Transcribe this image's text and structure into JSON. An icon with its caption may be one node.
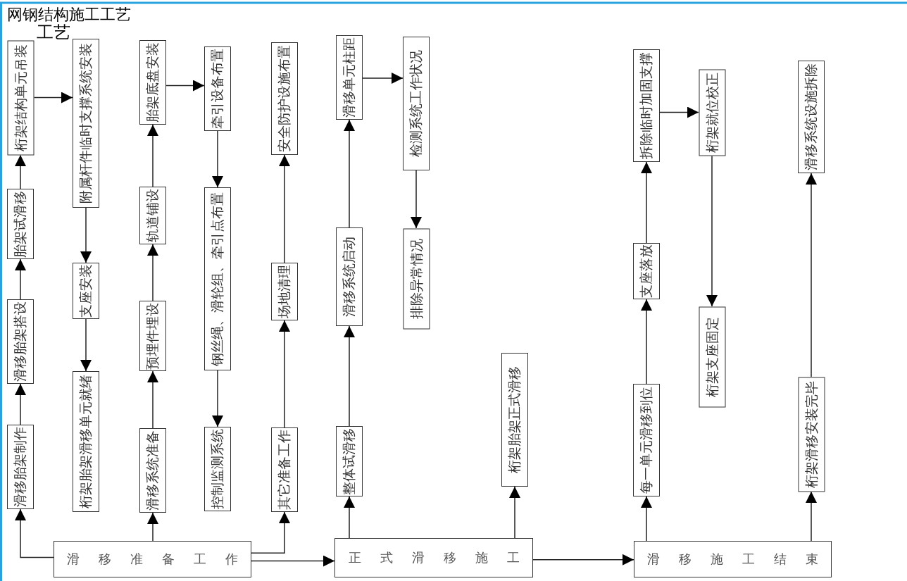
{
  "diagram": {
    "nodes": [
      {
        "text": [
          "滑移准备工作"
        ]
      },
      {
        "text": [
          "滑移胎架制作"
        ]
      },
      {
        "text": [
          "滑移胎架搭设"
        ]
      },
      {
        "text": [
          "胎架试滑移"
        ]
      },
      {
        "text": [
          "桁架结构单元吊装"
        ]
      },
      {
        "text": [
          "附属杆件临时支撑系统安装"
        ]
      },
      {
        "text": [
          "支座安装"
        ]
      },
      {
        "text": [
          "桁架胎架滑移单元就绪"
        ]
      },
      {
        "text": [
          "滑移系统准备"
        ]
      },
      {
        "text": [
          "预埋件埋设"
        ]
      },
      {
        "text": [
          "轨道铺设"
        ]
      },
      {
        "text": [
          "胎架底盘安装"
        ]
      },
      {
        "text": [
          "牵引设备布置"
        ]
      },
      {
        "text": [
          "钢丝绳、滑轮组、牵引点布置"
        ]
      },
      {
        "text": [
          "控制监测系统"
        ]
      },
      {
        "text": [
          "其它准备工作"
        ]
      },
      {
        "text": [
          "场地清理"
        ]
      },
      {
        "text": [
          "安全防护设施布置"
        ]
      },
      {
        "text": [
          "正式滑移施工"
        ]
      },
      {
        "text": [
          "整体试滑移"
        ]
      },
      {
        "text": [
          "滑移系统启动"
        ]
      },
      {
        "text": [
          "滑移单元柱距"
        ]
      },
      {
        "text": [
          "检测系统工作状况"
        ]
      },
      {
        "text": [
          "排除异常情况"
        ]
      },
      {
        "text": [
          "桁架胎架正式滑移"
        ]
      },
      {
        "text": [
          "滑移施工结束"
        ]
      },
      {
        "text": [
          "每一单元滑移到位"
        ]
      },
      {
        "text": [
          "支座落放"
        ]
      },
      {
        "text": [
          "拆除临时加固支撑"
        ]
      },
      {
        "text": [
          "桁架就位校正"
        ]
      },
      {
        "text": [
          "桁架支座固定"
        ]
      },
      {
        "text": [
          "桁架滑移安装完毕"
        ]
      },
      {
        "text": [
          "滑移系统设施拆除"
        ]
      }
    ],
    "edges": [
      {
        "from": 0,
        "to": 1,
        "arrow": "to"
      },
      {
        "from": 1,
        "to": 2,
        "arrow": "to"
      },
      {
        "from": 2,
        "to": 3,
        "arrow": "to"
      },
      {
        "from": 3,
        "to": 4,
        "arrow": "to"
      },
      {
        "from": 4,
        "to": 5,
        "arrow": "to"
      },
      {
        "from": 5,
        "to": 6,
        "arrow": "to"
      },
      {
        "from": 6,
        "to": 7,
        "arrow": "to"
      },
      {
        "from": 0,
        "to": 8,
        "arrow": "to"
      },
      {
        "from": 8,
        "to": 9,
        "arrow": "to"
      },
      {
        "from": 9,
        "to": 10,
        "arrow": "to"
      },
      {
        "from": 10,
        "to": 11,
        "arrow": "to"
      },
      {
        "from": 11,
        "to": 12,
        "arrow": "to"
      },
      {
        "from": 12,
        "to": 13,
        "arrow": "to"
      },
      {
        "from": 13,
        "to": 14,
        "arrow": "to"
      },
      {
        "from": 0,
        "to": 15,
        "arrow": "to"
      },
      {
        "from": 15,
        "to": 16,
        "arrow": "to"
      },
      {
        "from": 16,
        "to": 17,
        "arrow": "to"
      },
      {
        "from": 0,
        "to": 18,
        "arrow": "to"
      },
      {
        "from": 18,
        "to": 19,
        "arrow": "to"
      },
      {
        "from": 19,
        "to": 20,
        "arrow": "to"
      },
      {
        "from": 20,
        "to": 21,
        "arrow": "to"
      },
      {
        "from": 21,
        "to": 22,
        "arrow": "to"
      },
      {
        "from": 22,
        "to": 23,
        "arrow": "to"
      },
      {
        "from": 18,
        "to": 24,
        "arrow": "to"
      },
      {
        "from": 18,
        "to": 25,
        "arrow": "to"
      },
      {
        "from": 25,
        "to": 26,
        "arrow": "to"
      },
      {
        "from": 26,
        "to": 27,
        "arrow": "to"
      },
      {
        "from": 27,
        "to": 28,
        "arrow": "to"
      },
      {
        "from": 28,
        "to": 29,
        "arrow": "to"
      },
      {
        "from": 29,
        "to": 30,
        "arrow": "to"
      },
      {
        "from": 25,
        "to": 31,
        "arrow": "to"
      },
      {
        "from": 31,
        "to": 32,
        "arrow": "to"
      }
    ],
    "labels": [
      "网钢结构施工工艺",
      "工艺"
    ]
  }
}
